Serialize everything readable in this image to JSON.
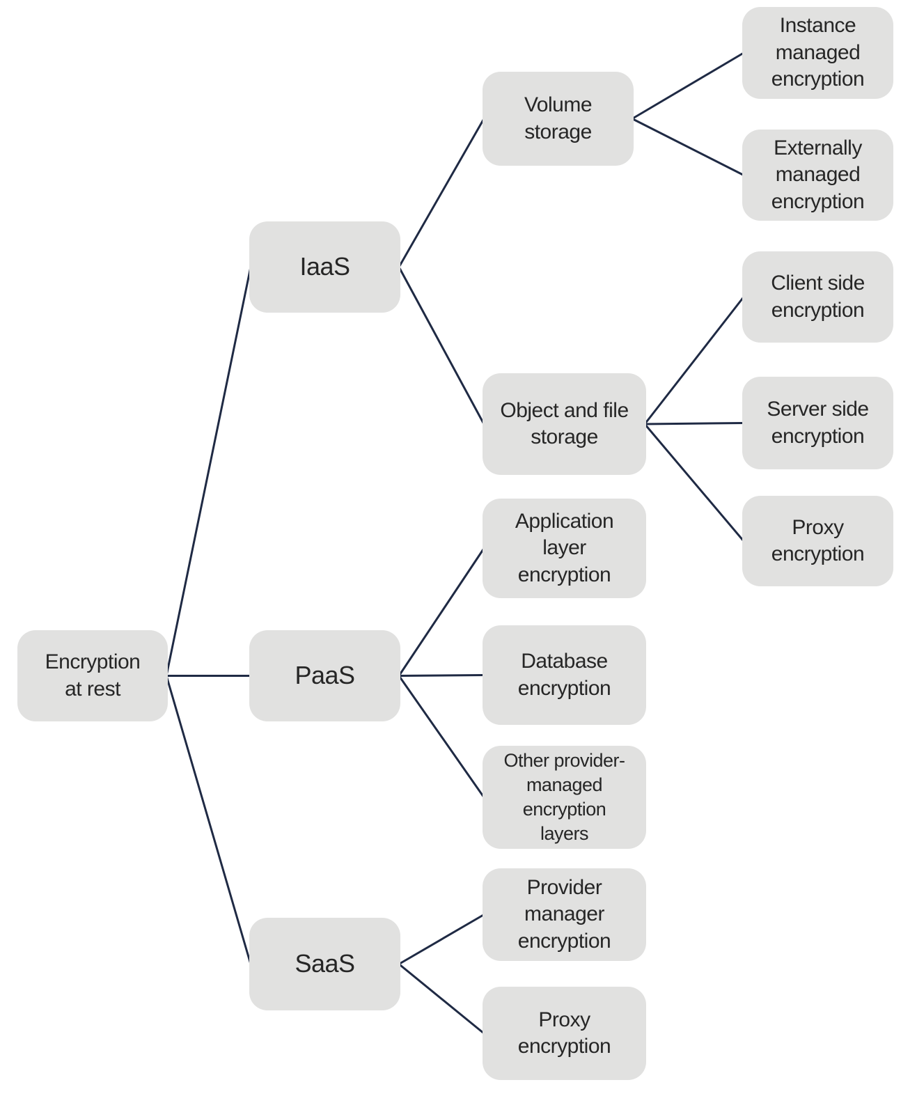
{
  "diagram": {
    "line_color": "#1f2a44",
    "node_color": "#e1e1e0",
    "text_color": "#262626",
    "nodes": {
      "root": "Encryption\nat rest",
      "iaas": "IaaS",
      "paas": "PaaS",
      "saas": "SaaS",
      "volume": "Volume\nstorage",
      "object": "Object and file\nstorage",
      "applayer": "Application\nlayer\nencryption",
      "database": "Database\nencryption",
      "other": "Other provider-\nmanaged\nencryption\nlayers",
      "provider": "Provider\nmanager\nencryption",
      "proxy2": "Proxy\nencryption",
      "instance": "Instance\nmanaged\nencryption",
      "external": "Externally\nmanaged\nencryption",
      "client": "Client side\nencryption",
      "server": "Server side\nencryption",
      "proxy1": "Proxy\nencryption"
    },
    "edges": [
      [
        "root",
        "iaas"
      ],
      [
        "root",
        "paas"
      ],
      [
        "root",
        "saas"
      ],
      [
        "iaas",
        "volume"
      ],
      [
        "iaas",
        "object"
      ],
      [
        "paas",
        "applayer"
      ],
      [
        "paas",
        "database"
      ],
      [
        "paas",
        "other"
      ],
      [
        "saas",
        "provider"
      ],
      [
        "saas",
        "proxy2"
      ],
      [
        "volume",
        "instance"
      ],
      [
        "volume",
        "external"
      ],
      [
        "object",
        "client"
      ],
      [
        "object",
        "server"
      ],
      [
        "object",
        "proxy1"
      ]
    ]
  }
}
